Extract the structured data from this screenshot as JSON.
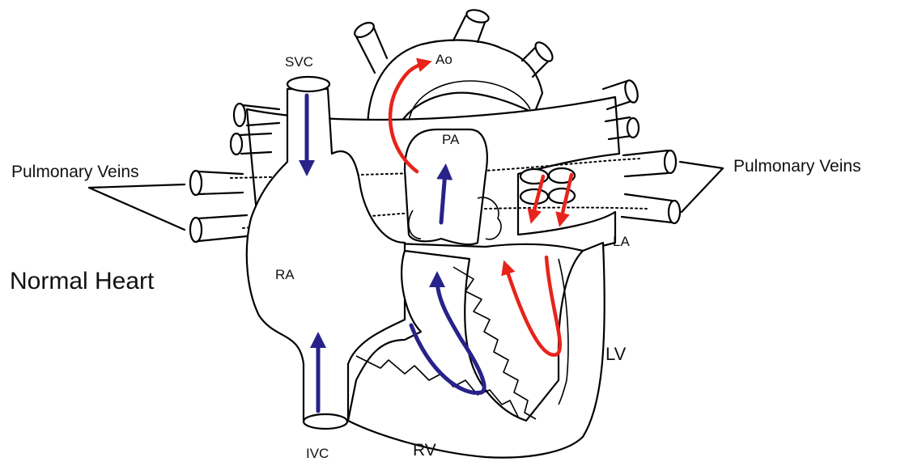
{
  "labels": {
    "svc": "SVC",
    "ao": "Ao",
    "pa": "PA",
    "ra": "RA",
    "la": "LA",
    "lv": "LV",
    "rv": "RV",
    "ivc": "IVC",
    "pulmonary_veins_left": "Pulmonary Veins",
    "pulmonary_veins_right": "Pulmonary Veins",
    "title": "Normal Heart"
  },
  "colors": {
    "deoxygenated_flow": "#28238a",
    "oxygenated_flow": "#e8231b",
    "outline": "#000000",
    "background": "#ffffff"
  }
}
